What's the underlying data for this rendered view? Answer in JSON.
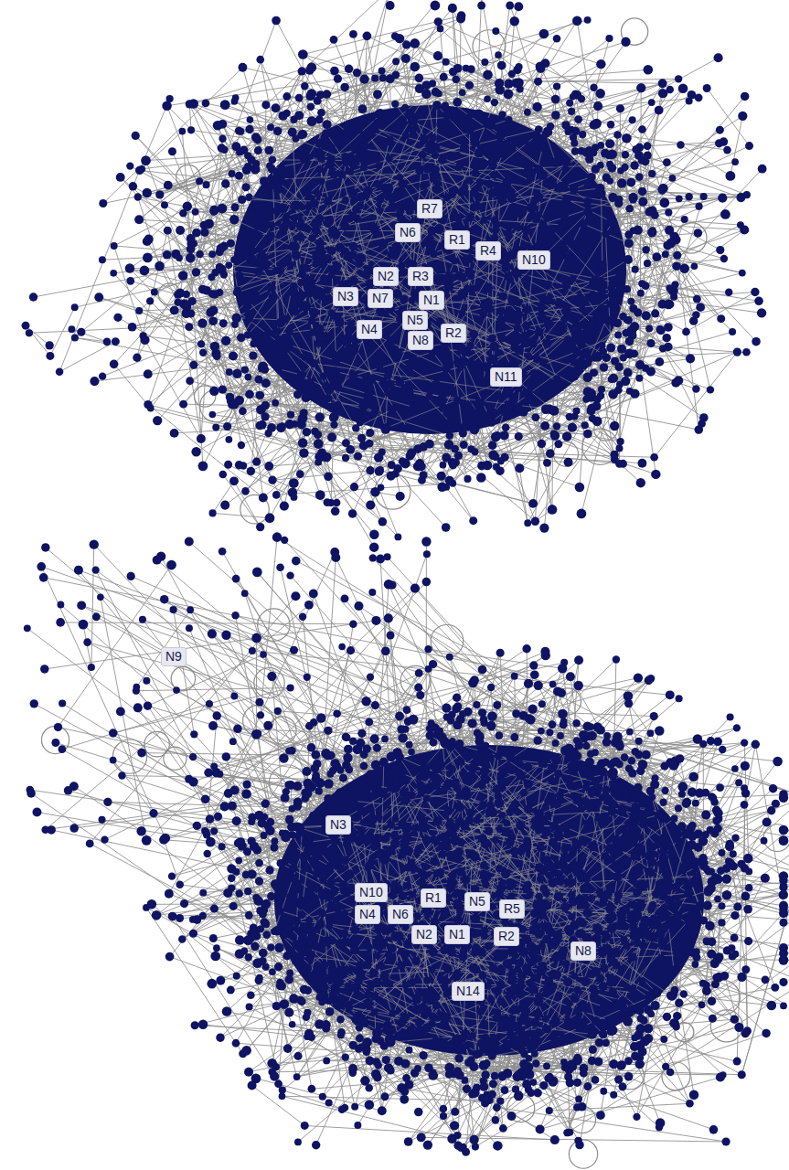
{
  "diagram": {
    "nodes": [
      {
        "text": [
          "R7"
        ]
      },
      {
        "text": [
          "N6"
        ]
      },
      {
        "text": [
          "R1"
        ]
      },
      {
        "text": [
          "R4"
        ]
      },
      {
        "text": [
          "N10"
        ]
      },
      {
        "text": [
          "N2"
        ]
      },
      {
        "text": [
          "R3"
        ]
      },
      {
        "text": [
          "N7"
        ]
      },
      {
        "text": [
          "N3"
        ]
      },
      {
        "text": [
          "N1"
        ]
      },
      {
        "text": [
          "N5"
        ]
      },
      {
        "text": [
          "N4"
        ]
      },
      {
        "text": [
          "N8"
        ]
      },
      {
        "text": [
          "R2"
        ]
      },
      {
        "text": [
          "N11"
        ]
      },
      {
        "text": [
          "N9"
        ]
      },
      {
        "text": [
          "N3"
        ]
      },
      {
        "text": [
          "N10"
        ]
      },
      {
        "text": [
          "R1"
        ]
      },
      {
        "text": [
          "N5"
        ]
      },
      {
        "text": [
          "R5"
        ]
      },
      {
        "text": [
          "N4"
        ]
      },
      {
        "text": [
          "N6"
        ]
      },
      {
        "text": [
          "N2"
        ]
      },
      {
        "text": [
          "N1"
        ]
      },
      {
        "text": [
          "R2"
        ]
      },
      {
        "text": [
          "N8"
        ]
      },
      {
        "text": [
          "N14"
        ]
      }
    ]
  }
}
